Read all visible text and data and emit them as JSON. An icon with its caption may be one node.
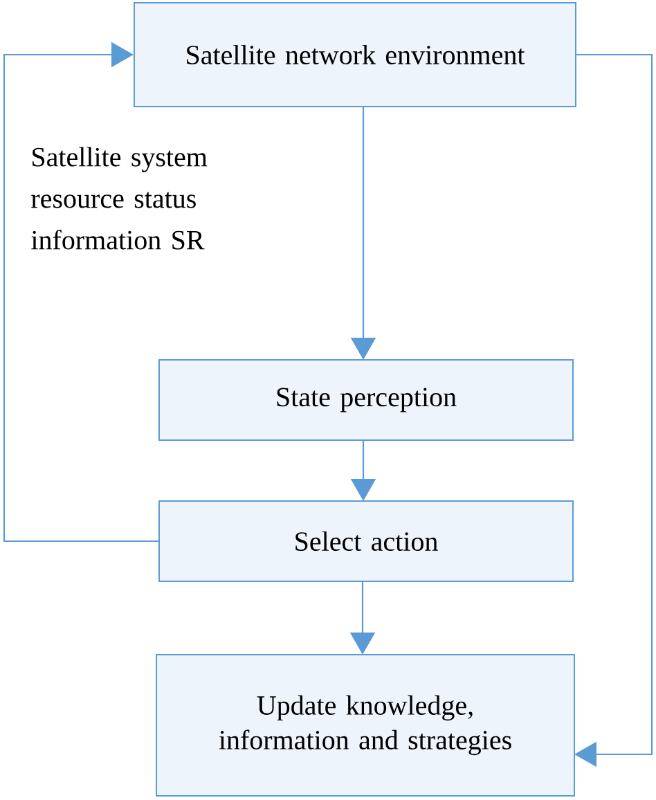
{
  "diagram": {
    "nodes": [
      {
        "text": [
          "Satellite network environment"
        ]
      },
      {
        "text": [
          "State perception"
        ]
      },
      {
        "text": [
          "Select action"
        ]
      },
      {
        "text": [
          "Update knowledge, information and strategies"
        ]
      }
    ],
    "edges": [
      {
        "from": 0,
        "to": 1,
        "arrow": "to"
      },
      {
        "from": 1,
        "to": 2,
        "arrow": "to"
      },
      {
        "from": 2,
        "to": 3,
        "arrow": "to"
      },
      {
        "from": 2,
        "to": 0,
        "arrow": "to"
      },
      {
        "from": 0,
        "to": 3,
        "arrow": "to"
      }
    ],
    "labels": [
      "Satellite system resource status information SR"
    ]
  }
}
